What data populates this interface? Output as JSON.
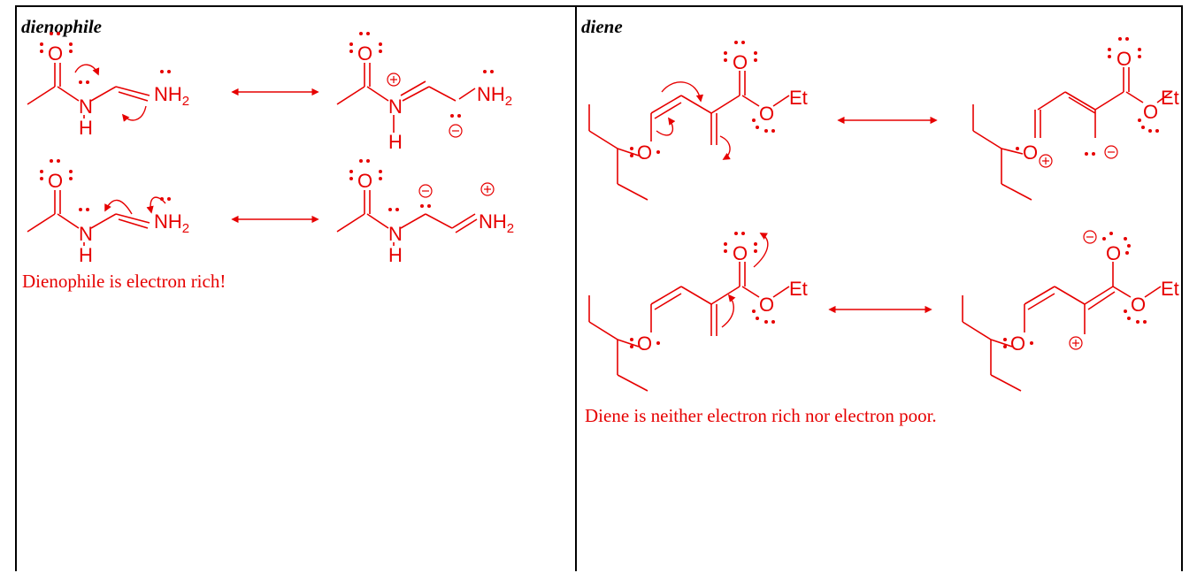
{
  "colors": {
    "structure": "#e60000",
    "border": "#000000",
    "background": "#ffffff"
  },
  "left_panel": {
    "title": "dienophile",
    "caption": "Dienophile is electron rich!",
    "atoms": {
      "oxygen": "O",
      "nitrogen": "N",
      "hydrogen": "H",
      "amine": "NH",
      "subscript": "2"
    }
  },
  "right_panel": {
    "title": "diene",
    "caption": "Diene is neither electron rich nor electron poor.",
    "atoms": {
      "oxygen": "O",
      "ethyl": "Et"
    }
  }
}
